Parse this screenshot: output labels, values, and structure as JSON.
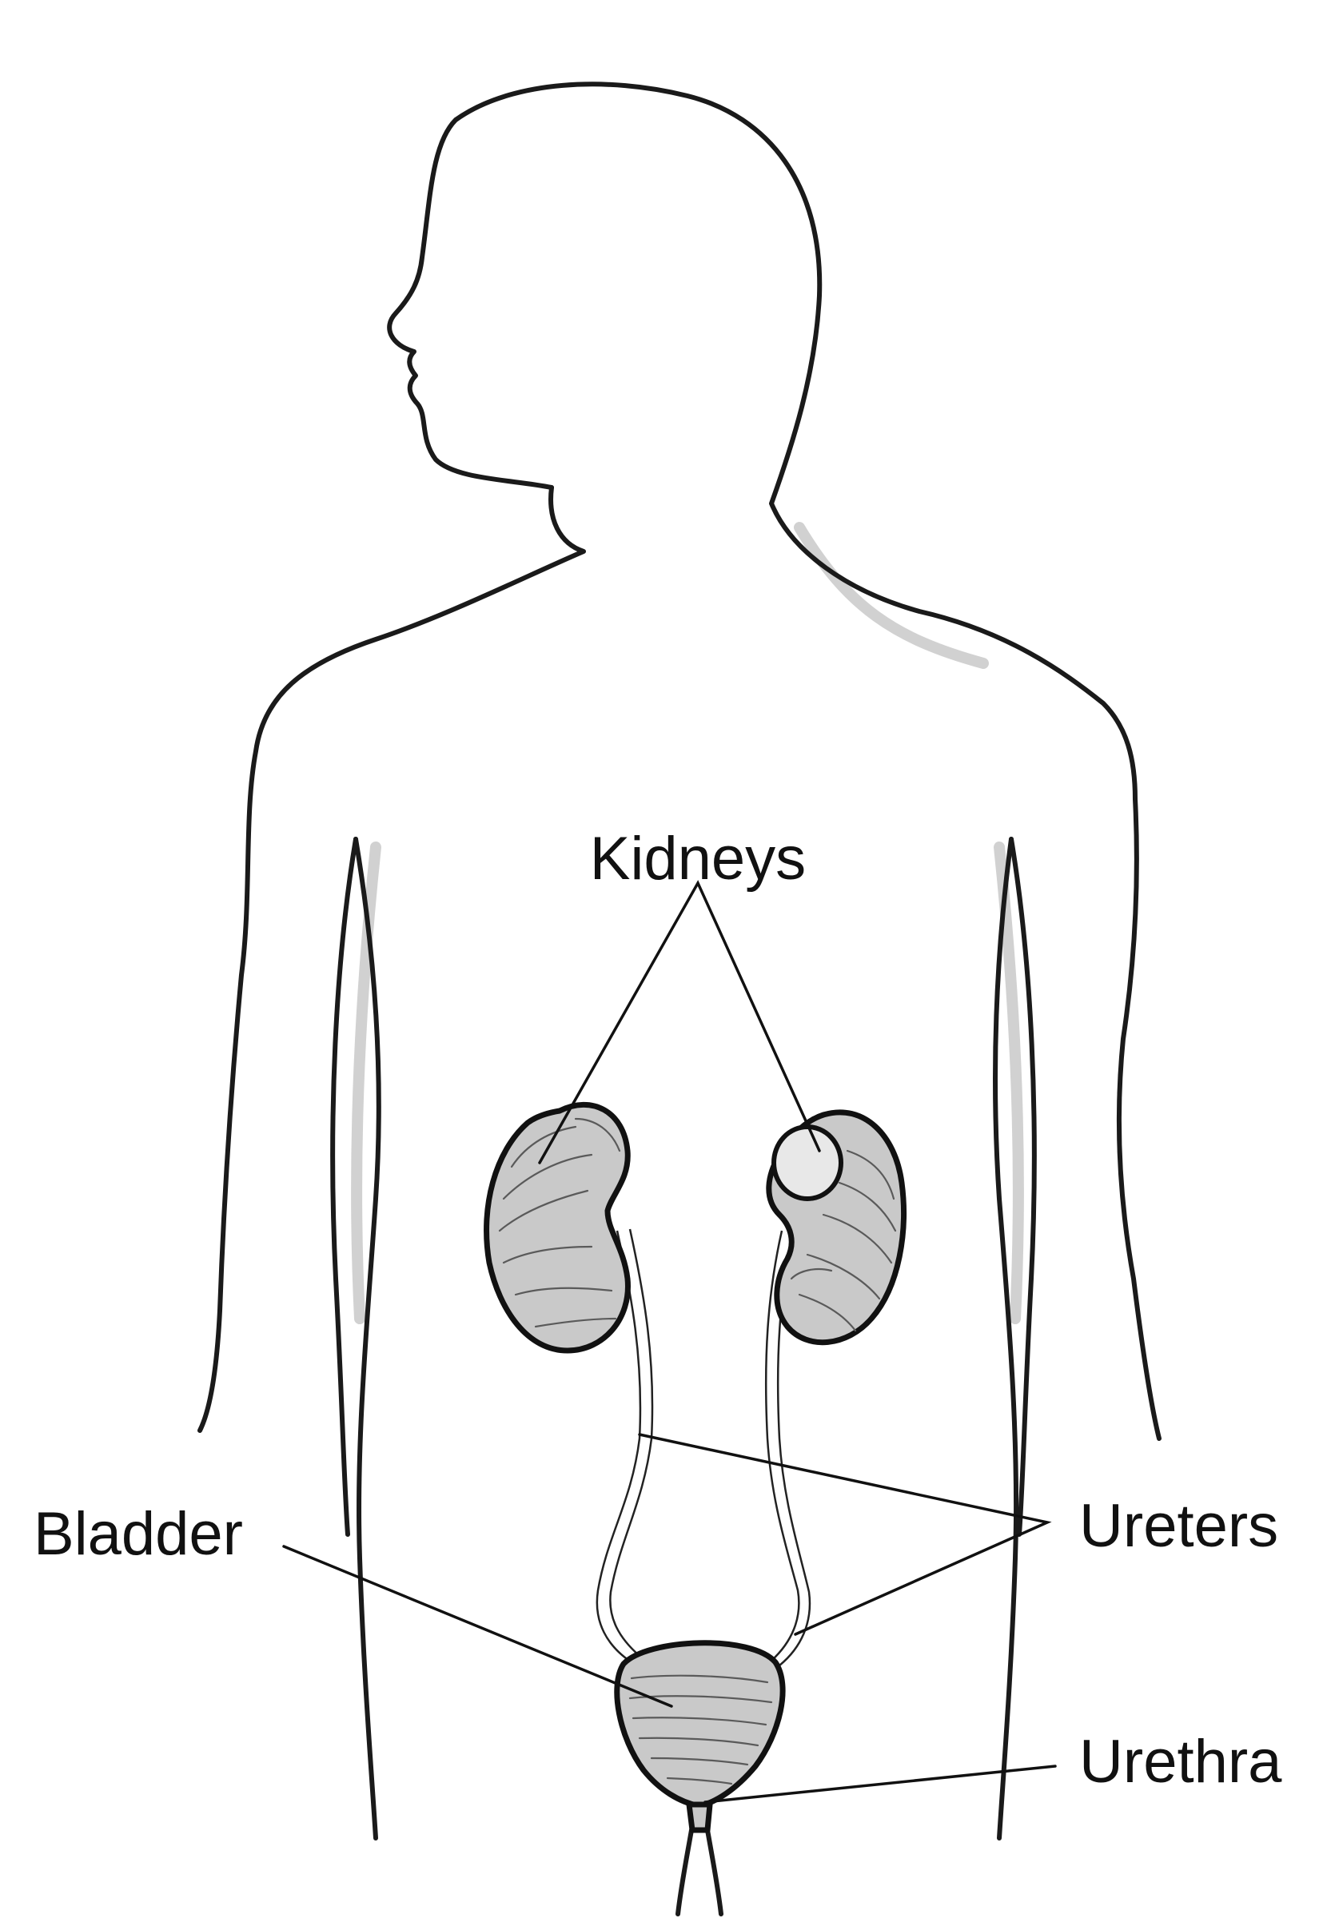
{
  "labels": {
    "kidneys": "Kidneys",
    "ureters": "Ureters",
    "bladder": "Bladder",
    "urethra": "Urethra"
  },
  "colors": {
    "ink": "#111111",
    "organ_fill": "#c9c9c9",
    "background": "#ffffff"
  }
}
